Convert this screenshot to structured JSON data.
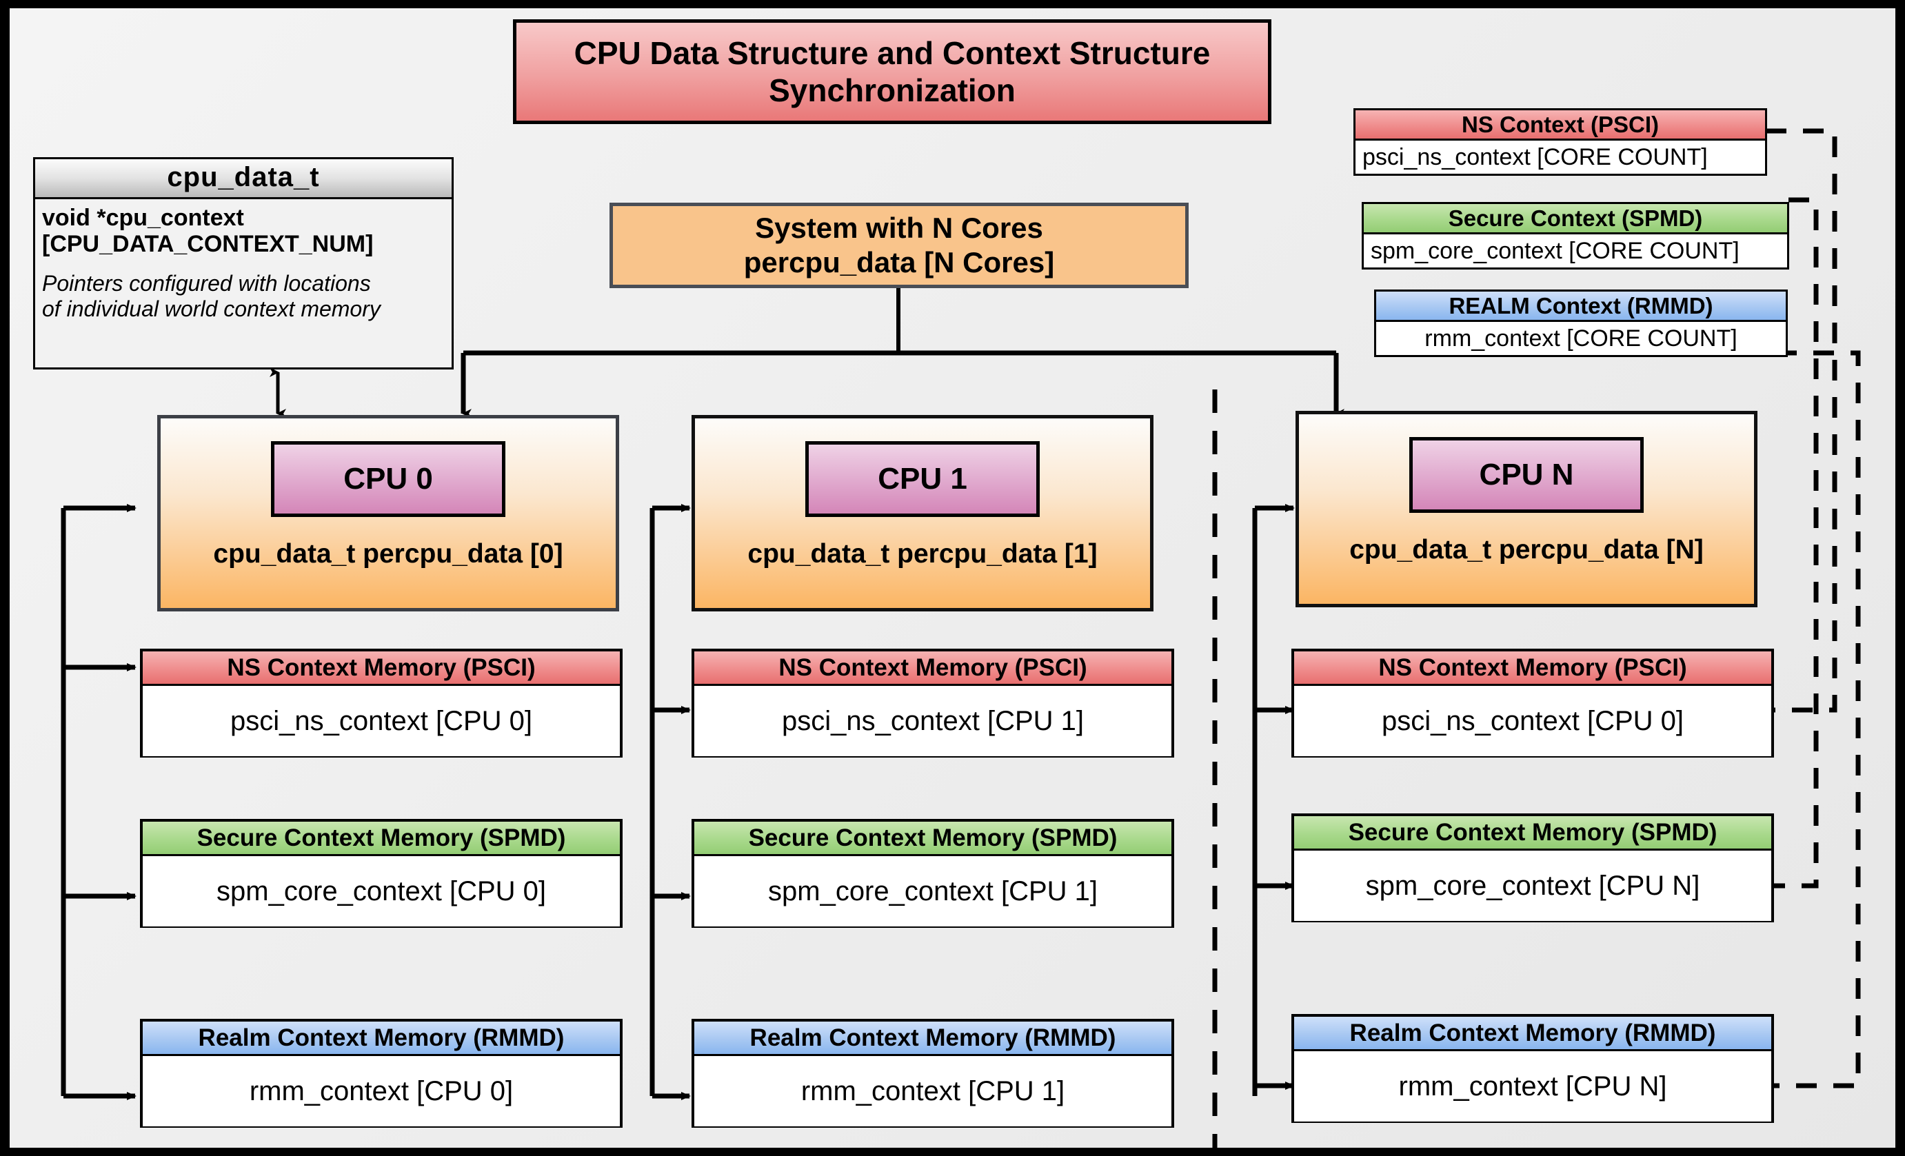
{
  "title": {
    "line1": "CPU Data Structure and Context Structure",
    "line2": "Synchronization"
  },
  "cpu_data_t": {
    "title": "cpu_data_t",
    "field_line1": "void  *cpu_context",
    "field_line2": "[CPU_DATA_CONTEXT_NUM]",
    "note_line1": "Pointers configured with locations",
    "note_line2": "of individual world context memory"
  },
  "system": {
    "line1": "System with N Cores",
    "line2": "percpu_data [N Cores]"
  },
  "global_contexts": [
    {
      "header": "NS Context  (PSCI)",
      "body": "psci_ns_context [CORE COUNT]",
      "kind": "ns"
    },
    {
      "header": "Secure Context (SPMD)",
      "body": "spm_core_context [CORE COUNT]",
      "kind": "secure"
    },
    {
      "header": "REALM Context (RMMD)",
      "body": "rmm_context [CORE COUNT]",
      "kind": "realm"
    }
  ],
  "cpus": [
    {
      "chip": "CPU 0",
      "label": "cpu_data_t percpu_data [0]",
      "memories": [
        {
          "header": "NS Context Memory (PSCI)",
          "body": "psci_ns_context [CPU 0]",
          "kind": "ns"
        },
        {
          "header": "Secure Context Memory (SPMD)",
          "body": "spm_core_context [CPU 0]",
          "kind": "secure"
        },
        {
          "header": "Realm Context Memory (RMMD)",
          "body": "rmm_context [CPU 0]",
          "kind": "realm"
        }
      ]
    },
    {
      "chip": "CPU 1",
      "label": "cpu_data_t percpu_data [1]",
      "memories": [
        {
          "header": "NS Context Memory (PSCI)",
          "body": "psci_ns_context [CPU 1]",
          "kind": "ns"
        },
        {
          "header": "Secure Context Memory (SPMD)",
          "body": "spm_core_context [CPU 1]",
          "kind": "secure"
        },
        {
          "header": "Realm Context Memory (RMMD)",
          "body": "rmm_context [CPU 1]",
          "kind": "realm"
        }
      ]
    },
    {
      "chip": "CPU N",
      "label": "cpu_data_t percpu_data [N]",
      "memories": [
        {
          "header": "NS Context Memory (PSCI)",
          "body": "psci_ns_context [CPU 0]",
          "kind": "ns"
        },
        {
          "header": "Secure Context Memory (SPMD)",
          "body": "spm_core_context [CPU N]",
          "kind": "secure"
        },
        {
          "header": "Realm Context Memory (RMMD)",
          "body": "rmm_context [CPU N]",
          "kind": "realm"
        }
      ]
    }
  ],
  "colors": {
    "ns": "#ef8585",
    "secure": "#8ece6e",
    "realm": "#63a9f7",
    "cpu_chip": "#d486b8",
    "cpu_card": "#fbb563",
    "title_banner": "#e97878",
    "background": "#eeeeee",
    "frame": "#000000"
  }
}
